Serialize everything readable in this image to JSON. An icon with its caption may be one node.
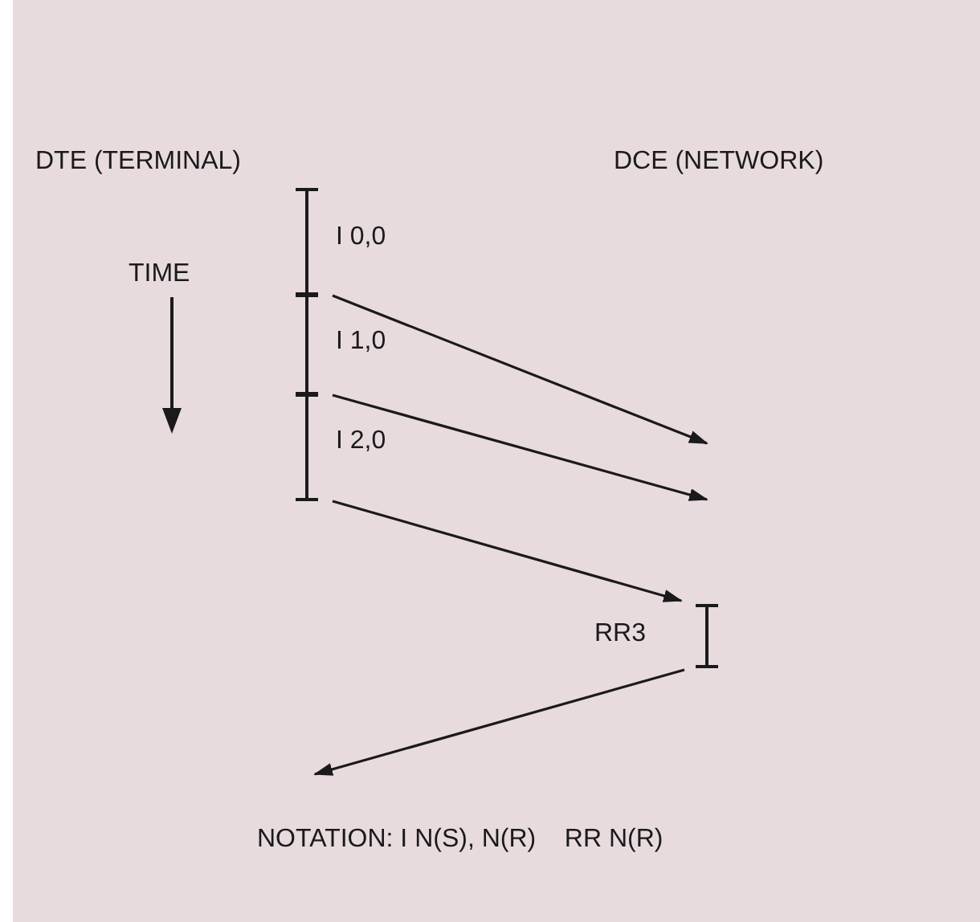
{
  "diagram": {
    "nodes": [
      {
        "text": [
          "I 0,0"
        ]
      },
      {
        "text": [
          "I 1,0"
        ]
      },
      {
        "text": [
          "I 2,0"
        ]
      },
      {
        "text": [
          "RR3"
        ]
      }
    ],
    "edges": [
      {
        "from": 0,
        "to": null,
        "arrow": "to"
      },
      {
        "from": 1,
        "to": null,
        "arrow": "to"
      },
      {
        "from": 2,
        "to": 3,
        "arrow": "to"
      },
      {
        "from": 3,
        "to": null,
        "arrow": "to"
      }
    ],
    "labels": [
      "DTE (TERMINAL)",
      "DCE (NETWORK)",
      "TIME",
      "NOTATION: I N(S), N(R)    RR N(R)"
    ]
  }
}
